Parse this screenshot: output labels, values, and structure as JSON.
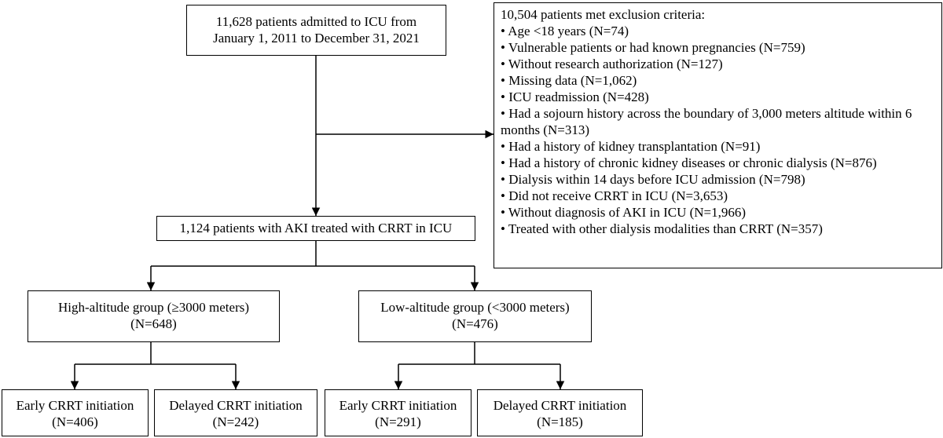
{
  "start": {
    "line1": "11,628 patients admitted to ICU from",
    "line2": "January 1, 2011 to December 31, 2021"
  },
  "exclusion": {
    "title": "10,504 patients met exclusion criteria:",
    "items": [
      "• Age <18 years (N=74)",
      "• Vulnerable patients or had known pregnancies (N=759)",
      "• Without research authorization (N=127)",
      "• Missing data (N=1,062)",
      "• ICU readmission (N=428)",
      "• Had a sojourn history across the boundary of 3,000 meters altitude within 6 months (N=313)",
      "• Had a history of kidney transplantation (N=91)",
      "• Had a history of chronic kidney diseases or chronic dialysis (N=876)",
      "• Dialysis within 14 days before ICU admission (N=798)",
      "• Did not receive CRRT in ICU (N=3,653)",
      "• Without diagnosis of AKI in ICU (N=1,966)",
      "• Treated with other dialysis modalities than CRRT (N=357)"
    ]
  },
  "cohort": {
    "label": "1,124 patients with AKI treated with CRRT in ICU"
  },
  "high_altitude": {
    "line1": "High-altitude group (≥3000 meters)",
    "line2": "(N=648)"
  },
  "low_altitude": {
    "line1": "Low-altitude group (<3000 meters)",
    "line2": "(N=476)"
  },
  "high_early": {
    "line1": "Early CRRT initiation",
    "line2": "(N=406)"
  },
  "high_delayed": {
    "line1": "Delayed CRRT initiation",
    "line2": "(N=242)"
  },
  "low_early": {
    "line1": "Early CRRT initiation",
    "line2": "(N=291)"
  },
  "low_delayed": {
    "line1": "Delayed CRRT initiation",
    "line2": "(N=185)"
  }
}
